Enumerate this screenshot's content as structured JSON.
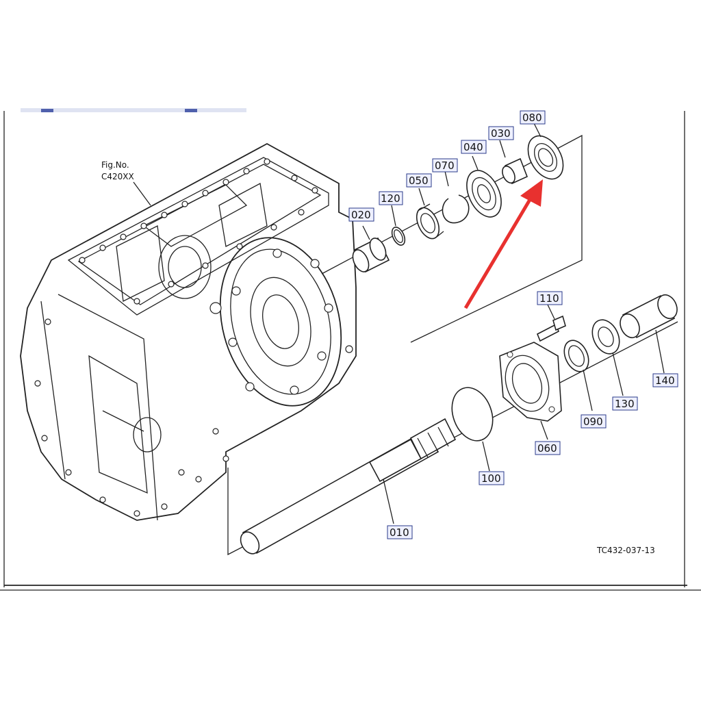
{
  "figure": {
    "fig_label_line1": "Fig.No.",
    "fig_label_line2": "C420XX",
    "code": "TC432-037-13"
  },
  "parts": {
    "p010": "010",
    "p020": "020",
    "p030": "030",
    "p040": "040",
    "p050": "050",
    "p060": "060",
    "p070": "070",
    "p080": "080",
    "p090": "090",
    "p100": "100",
    "p110": "110",
    "p120": "120",
    "p130": "130",
    "p140": "140"
  },
  "annotation": {
    "arrow_color": "#e8312f",
    "arrow_target": "080"
  }
}
